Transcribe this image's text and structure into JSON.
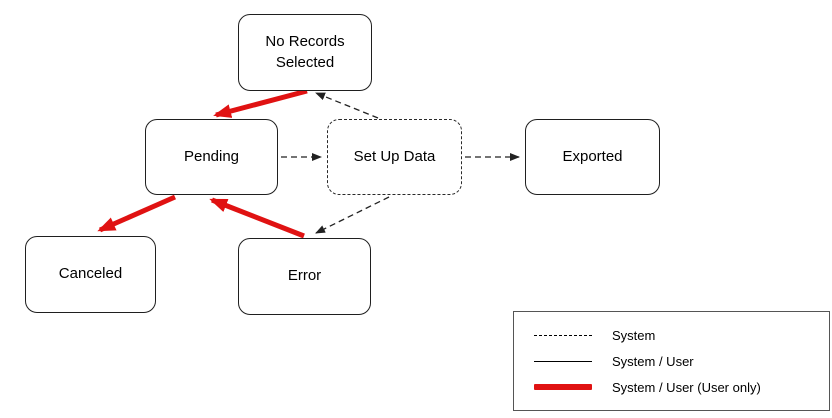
{
  "diagram": {
    "nodes": {
      "no_records": {
        "label": "No Records Selected"
      },
      "pending": {
        "label": "Pending"
      },
      "set_up_data": {
        "label": "Set Up Data"
      },
      "exported": {
        "label": "Exported"
      },
      "canceled": {
        "label": "Canceled"
      },
      "error": {
        "label": "Error"
      }
    },
    "edges": [
      {
        "from": "No Records Selected",
        "to": "Pending",
        "style": "red-thick"
      },
      {
        "from": "Set Up Data",
        "to": "No Records Selected",
        "style": "dashed"
      },
      {
        "from": "Pending",
        "to": "Set Up Data",
        "style": "dashed"
      },
      {
        "from": "Set Up Data",
        "to": "Exported",
        "style": "dashed"
      },
      {
        "from": "Pending",
        "to": "Canceled",
        "style": "red-thick"
      },
      {
        "from": "Error",
        "to": "Pending",
        "style": "red-thick"
      },
      {
        "from": "Set Up Data",
        "to": "Error",
        "style": "dashed"
      }
    ],
    "colors": {
      "red": "#e01212",
      "line": "#222222"
    },
    "legend": {
      "items": [
        {
          "label": "System",
          "style": "dashed"
        },
        {
          "label": "System / User",
          "style": "solid"
        },
        {
          "label": "System / User (User only)",
          "style": "red-thick"
        }
      ]
    }
  }
}
